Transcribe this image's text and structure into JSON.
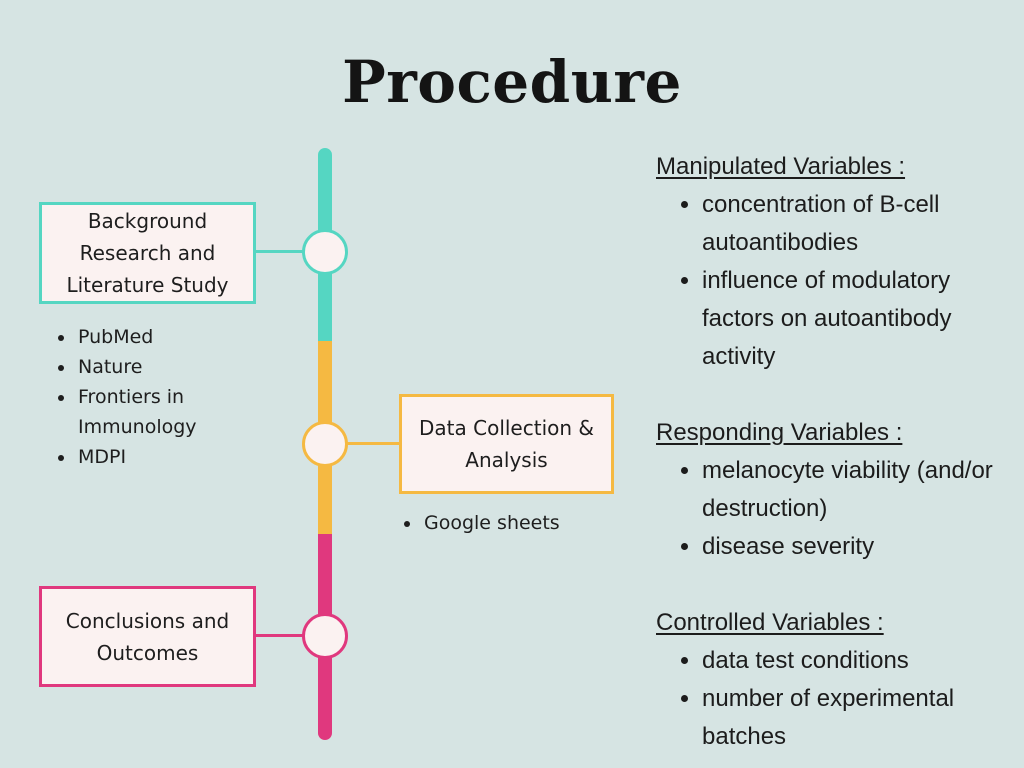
{
  "title": "Procedure",
  "colors": {
    "background": "#d6e4e3",
    "teal": "#55d6c2",
    "yellow": "#f5b942",
    "pink": "#e0387e",
    "box_fill": "#fbf2f1"
  },
  "steps": [
    {
      "label_lines": [
        "Background",
        "Research and",
        "Literature Study"
      ],
      "color": "teal",
      "sources": [
        "PubMed",
        "Nature",
        "Frontiers in Immunology",
        "MDPI"
      ]
    },
    {
      "label_lines": [
        "Data Collection &",
        "Analysis"
      ],
      "color": "yellow",
      "sources": [
        "Google sheets"
      ]
    },
    {
      "label_lines": [
        "Conclusions and",
        "Outcomes"
      ],
      "color": "pink",
      "sources": []
    }
  ],
  "variables": [
    {
      "heading": "Manipulated Variables :",
      "items": [
        "concentration of B-cell autoantibodies",
        "influence of modulatory factors on autoantibody activity"
      ]
    },
    {
      "heading": "Responding Variables :",
      "items": [
        "melanocyte viability (and/or destruction)",
        "disease severity"
      ]
    },
    {
      "heading": "Controlled Variables :",
      "items": [
        "data test conditions",
        "number of experimental batches"
      ]
    }
  ]
}
